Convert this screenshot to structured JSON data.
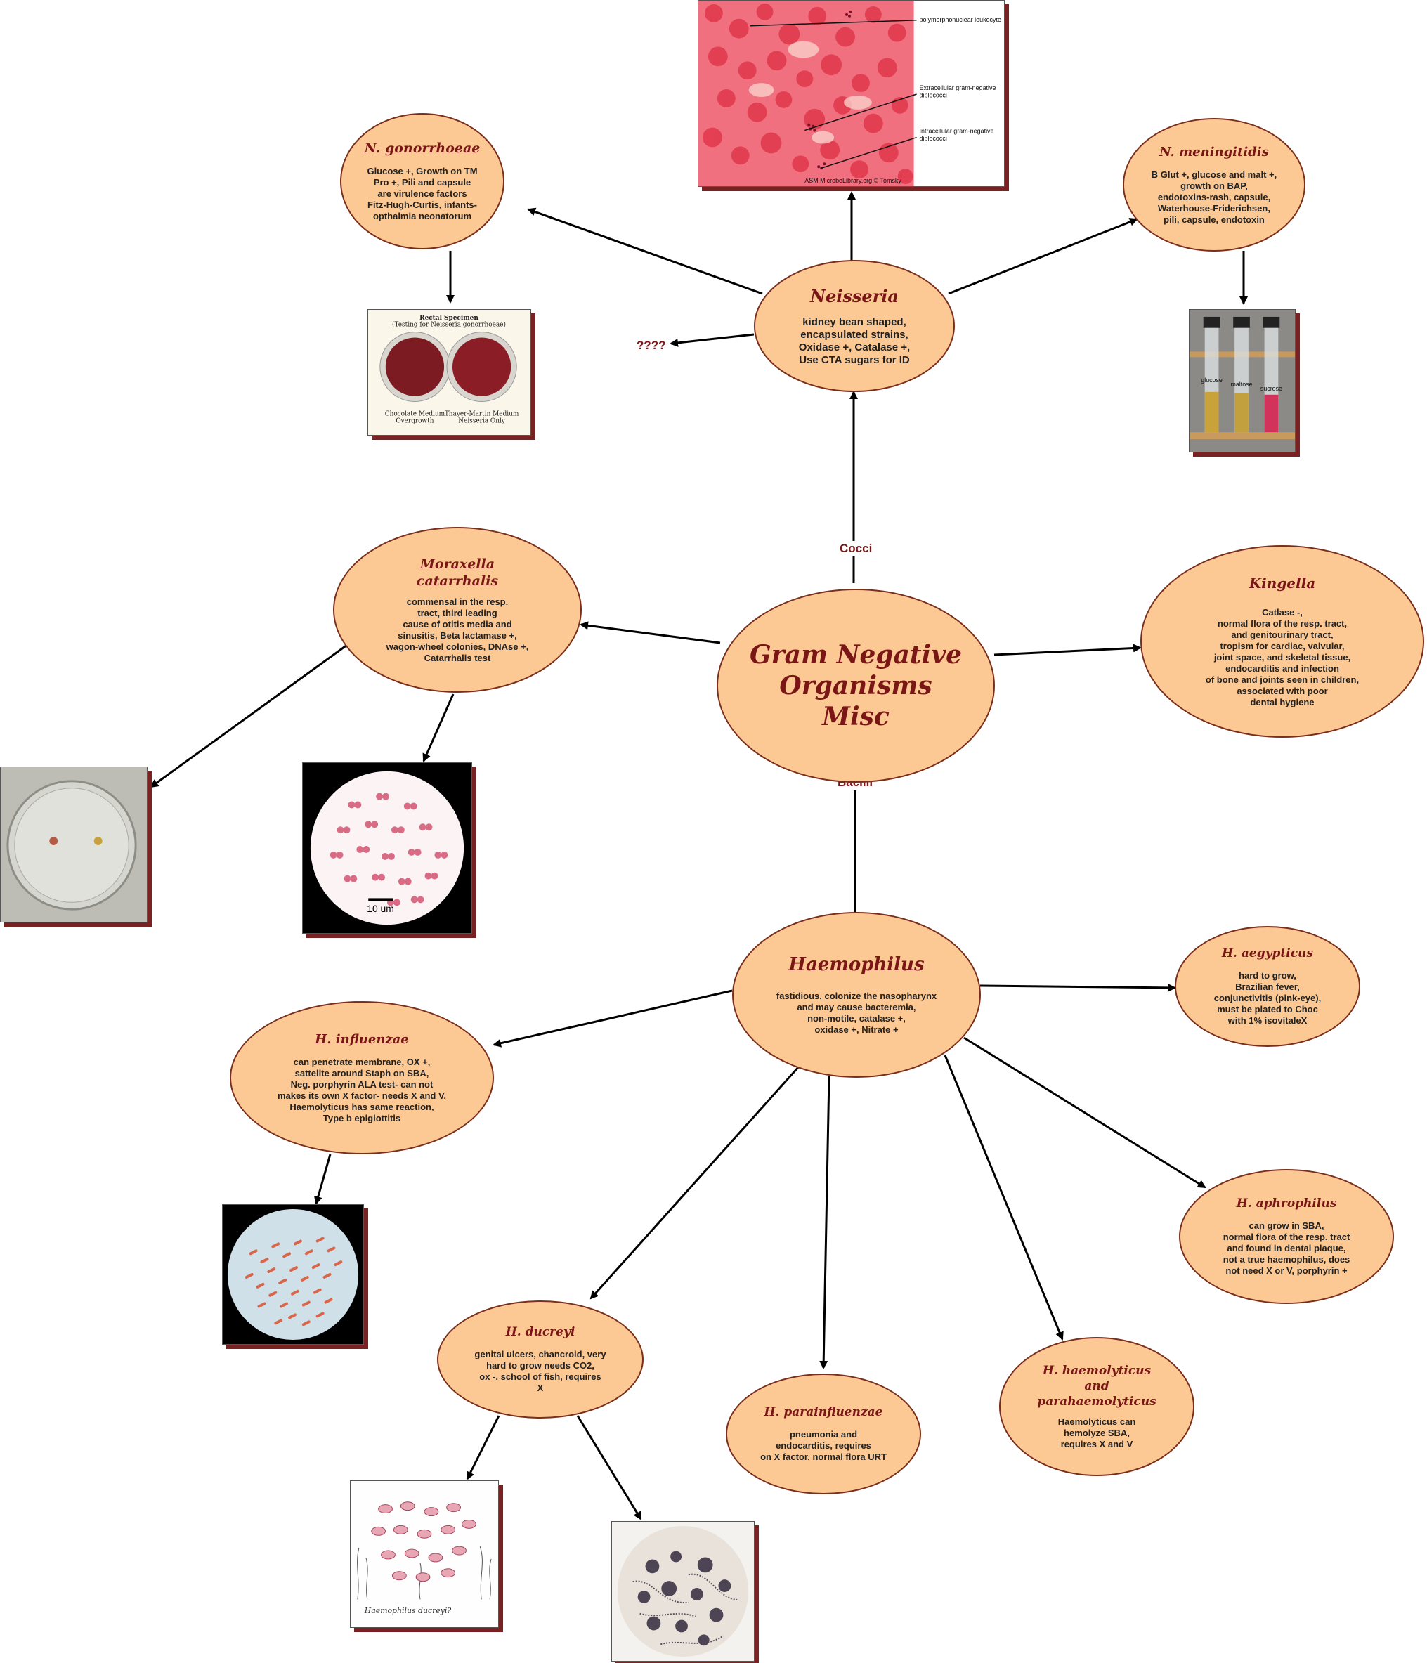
{
  "center": {
    "title": "Gram Negative\nOrganisms\nMisc"
  },
  "edge_labels": {
    "cocci": "Cocci",
    "bacilli": "Bacilli",
    "unknown": "????"
  },
  "neisseria": {
    "title": "Neisseria",
    "body": "kidney bean shaped,\nencapsulated strains,\nOxidase +, Catalase +,\nUse CTA sugars for ID"
  },
  "gonorrhoeae": {
    "title": "N. gonorrhoeae",
    "body": "Glucose +, Growth on TM\nPro +, Pili and capsule\nare virulence factors\nFitz-Hugh-Curtis, infants-\nopthalmia neonatorum"
  },
  "meningitidis": {
    "title": "N. meningitidis",
    "body": "B Glut +, glucose and malt +,\ngrowth on BAP,\nendotoxins-rash, capsule,\nWaterhouse-Friderichsen,\npili, capsule, endotoxin"
  },
  "moraxella": {
    "title": "Moraxella\ncatarrhalis",
    "body": "commensal in the resp.\ntract, third leading\ncause of otitis media and\nsinusitis, Beta lactamase +,\nwagon-wheel colonies, DNAse +,\nCatarrhalis test"
  },
  "kingella": {
    "title": "Kingella",
    "body": "Catlase -,\nnormal flora of the resp. tract,\nand genitourinary tract,\ntropism for cardiac, valvular,\njoint space, and skeletal tissue,\nendocarditis and infection\nof bone and joints seen in children,\nassociated with poor\ndental hygiene"
  },
  "haemophilus": {
    "title": "Haemophilus",
    "body": "fastidious, colonize the nasopharynx\nand may cause bacteremia,\nnon-motile, catalase +,\noxidase +, Nitrate +"
  },
  "aegypticus": {
    "title": "H. aegypticus",
    "body": "hard to grow,\nBrazilian fever,\nconjunctivitis (pink-eye),\nmust be plated to Choc\nwith 1% isovitaleX"
  },
  "influenzae": {
    "title": "H. influenzae",
    "body": "can penetrate membrane, OX +,\nsattelite around Staph on SBA,\nNeg. porphyrin ALA test- can not\nmakes its own X factor- needs X and V,\nHaemolyticus has same reaction,\nType b epiglottitis"
  },
  "aphrophilus": {
    "title": "H. aphrophilus",
    "body": "can grow in SBA,\nnormal flora of the resp. tract\nand found in dental plaque,\nnot a true haemophilus, does\nnot need X or V, porphyrin +"
  },
  "ducreyi": {
    "title": "H. ducreyi",
    "body": "genital ulcers, chancroid, very\nhard to grow needs CO2,\nox -, school of fish, requires\nX"
  },
  "parainfluenzae": {
    "title": "H. parainfluenzae",
    "body": "pneumonia and\nendocarditis, requires\non X factor, normal flora URT"
  },
  "haemolyticus": {
    "title": "H. haemolyticus\nand\nparahaemolyticus",
    "body": "Haemolyticus can\nhemolyze SBA,\nrequires X and V"
  },
  "images": {
    "smear_labels": [
      "polymorphonuclear leukocyte",
      "Extracellular gram-negative\ndiplococci",
      "Intracellular gram-negative\ndiplococci"
    ],
    "smear_credit": "ASM MicrobeLibrary.org © Tomsky",
    "plate_title": "Rectal Specimen",
    "plate_subtitle": "(Testing for Neisseria gonorrhoeae)",
    "plate_left_caption": "Chocolate Medium\nOvergrowth",
    "plate_right_caption": "Thayer-Martin Medium\nNeisseria Only",
    "tube_labels": [
      "glucose",
      "maltose",
      "sucrose"
    ],
    "scale_bar": "10 um",
    "fish_caption": "Haemophilus ducreyi?"
  }
}
